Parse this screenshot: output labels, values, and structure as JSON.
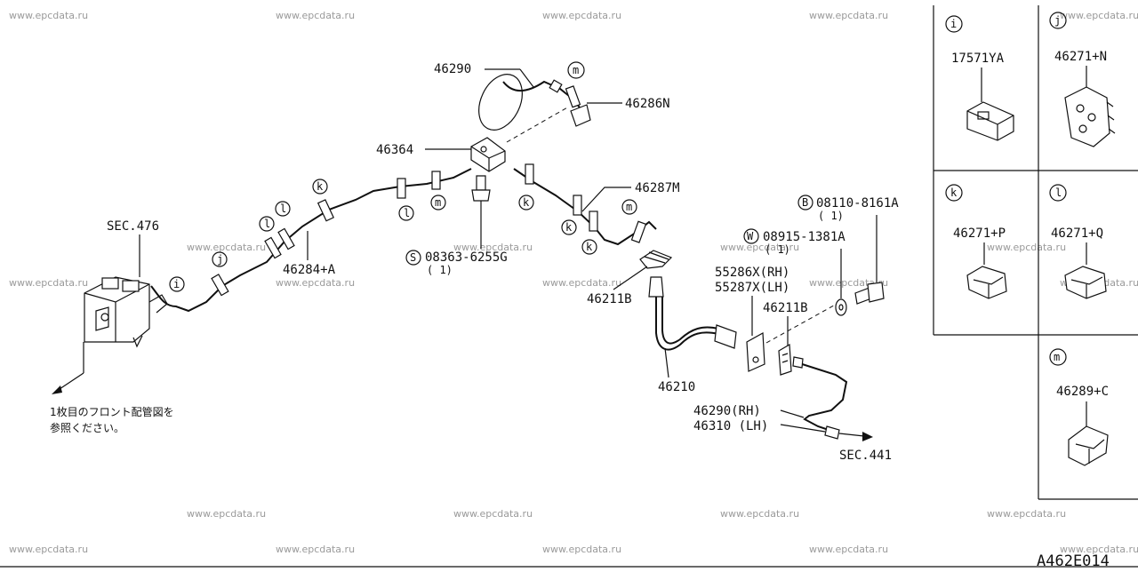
{
  "diagram": {
    "code": "A462E014",
    "watermark": "www.epcdata.ru",
    "section_refs": {
      "left": "SEC.476",
      "right": "SEC.441"
    },
    "note_lines": [
      "1枚目のフロント配管図を",
      "参照ください。"
    ],
    "part_labels": {
      "p46290_top": "46290",
      "p46286N": "46286N",
      "p46364": "46364",
      "p46287M": "46287M",
      "p46284A": "46284+A",
      "p08363": "08363-6255G",
      "p08363_qty": "( 1)",
      "p08110": "08110-8161A",
      "p08110_qty": "( 1)",
      "p08915": "08915-1381A",
      "p08915_qty": "( 1)",
      "p55286": "55286X(RH)",
      "p55287": "55287X(LH)",
      "p46211B_a": "46211B",
      "p46211B_b": "46211B",
      "p46210": "46210",
      "p46290RH": "46290(RH)",
      "p46310LH": "46310 (LH)"
    },
    "callouts": {
      "i": "i",
      "j": "j",
      "k": "k",
      "l": "l",
      "m": "m",
      "S": "S",
      "B": "B",
      "W": "W"
    },
    "detail_panels": [
      {
        "letter": "i",
        "part": "17571YA"
      },
      {
        "letter": "j",
        "part": "46271+N"
      },
      {
        "letter": "k",
        "part": "46271+P"
      },
      {
        "letter": "l",
        "part": "46271+Q"
      },
      {
        "letter": "m",
        "part": "46289+C"
      }
    ]
  }
}
